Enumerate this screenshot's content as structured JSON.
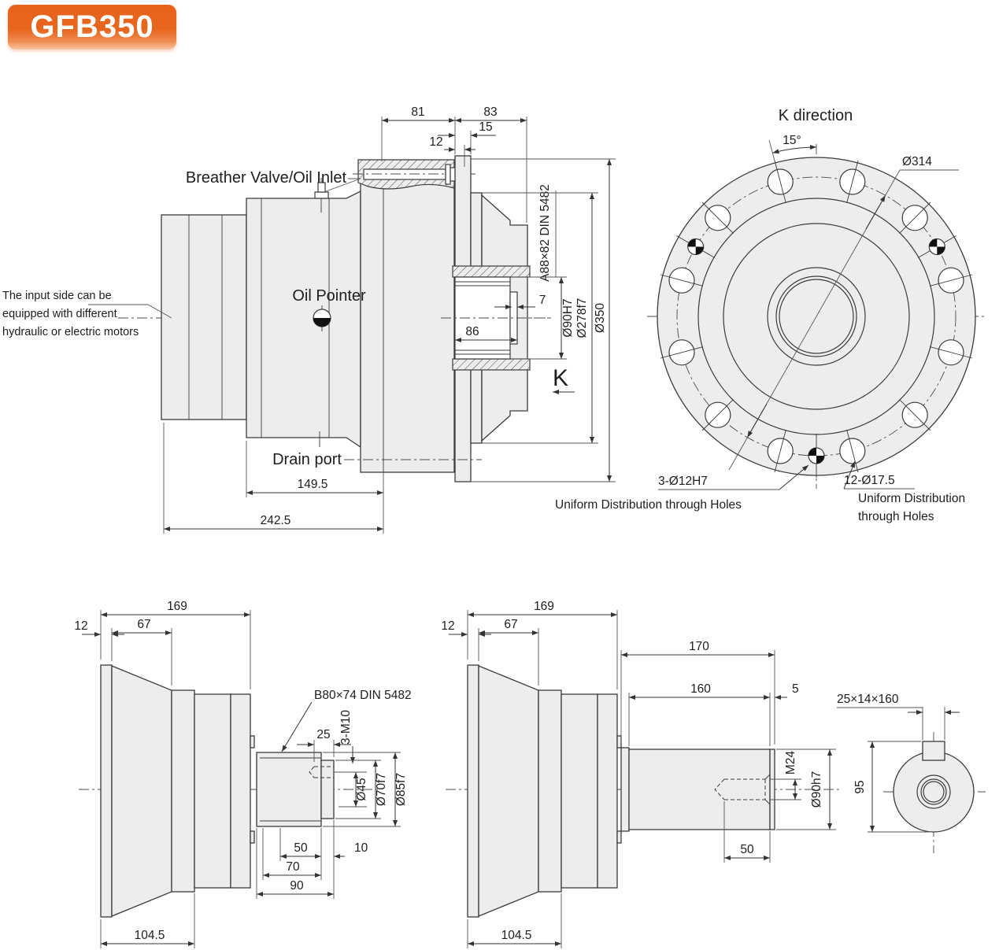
{
  "colors": {
    "accent_orange": "#e7661e",
    "line": "#3b3b3b",
    "fill_light": "#ededed"
  },
  "logo": {
    "text": "GFB350"
  },
  "main_view": {
    "labels": {
      "breather": "Breather Valve/Oil Inlet",
      "oil_pointer": "Oil Pointer",
      "drain_port": "Drain port",
      "input_note_line1": "The input side can be",
      "input_note_line2": "equipped with different",
      "input_note_line3": "hydraulic or electric motors",
      "spline": "A88×82 DIN 5482",
      "k_arrow": "K"
    },
    "dims": {
      "d81": "81",
      "d83": "83",
      "d15": "15",
      "d12": "12",
      "d7": "7",
      "d86": "86",
      "d90h7": "Ø90H7",
      "d278": "Ø278f7",
      "d350": "Ø350",
      "d149": "149.5",
      "d242": "242.5"
    }
  },
  "k_view": {
    "title": "K direction",
    "angle": "15°",
    "bcd": "Ø314",
    "pins_label": "3-Ø12H7",
    "pins_note": "Uniform Distribution through Holes",
    "holes_label": "12-Ø17.5",
    "holes_note_line1": "Uniform Distribution",
    "holes_note_line2": "through Holes"
  },
  "bottom_left_view": {
    "labels": {
      "spline": "B80×74 DIN 5482"
    },
    "dims": {
      "d169": "169",
      "d12": "12",
      "d67": "67",
      "d25": "25",
      "m10": "3-M10",
      "d45": "Ø45",
      "d70f7": "Ø70f7",
      "d85f7": "Ø85f7",
      "d50": "50",
      "d10": "10",
      "d70": "70",
      "d90": "90",
      "d104": "104.5"
    }
  },
  "bottom_middle_view": {
    "dims": {
      "d169": "169",
      "d12": "12",
      "d67": "67",
      "d170": "170",
      "d160": "160",
      "d5": "5",
      "m24": "M24",
      "d90h7": "Ø90h7",
      "d50": "50",
      "d104": "104.5"
    }
  },
  "bottom_right_view": {
    "dims": {
      "key": "25×14×160",
      "d95": "95"
    }
  }
}
